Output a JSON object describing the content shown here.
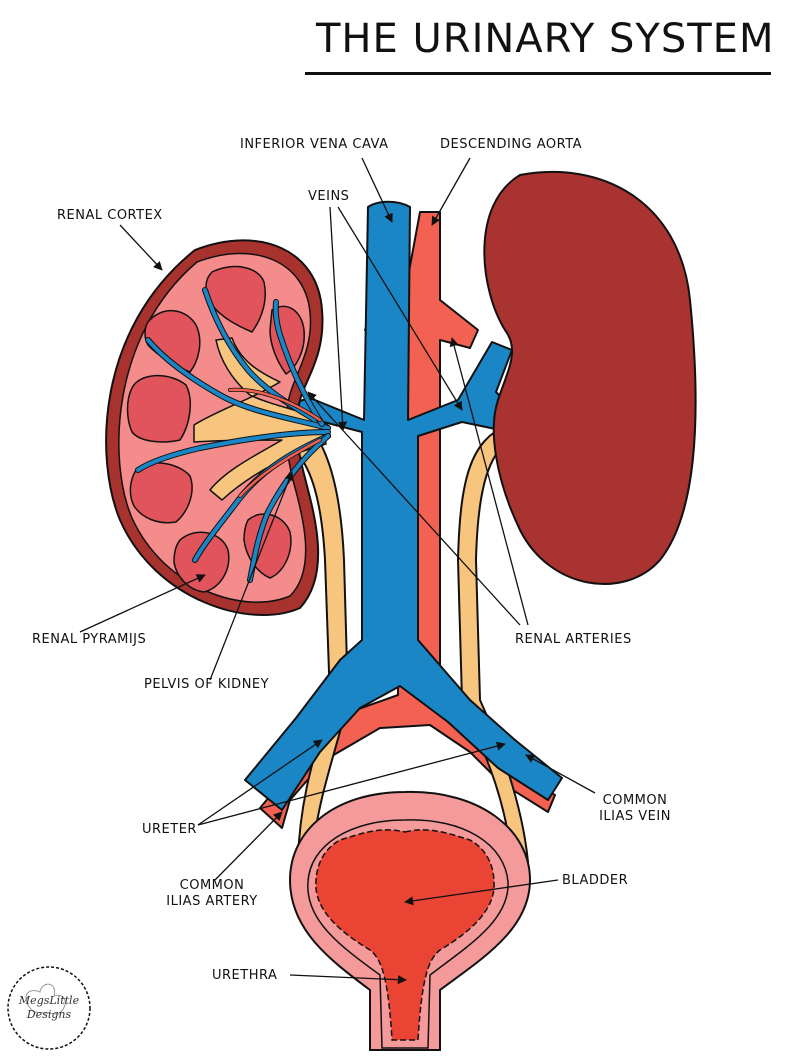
{
  "title": "THE URINARY SYSTEM",
  "labels": {
    "inferior_vena_cava": "INFERIOR VENA CAVA",
    "descending_aorta": "DESCENDING AORTA",
    "veins": "VEINS",
    "renal_cortex": "RENAL CORTEX",
    "renal_pyramids": "RENAL PYRAMIJS",
    "pelvis_of_kidney": "PELVIS OF KIDNEY",
    "renal_arteries": "RENAL ARTERIES",
    "common_ilias_vein": [
      "COMMON",
      "ILIAS VEIN"
    ],
    "ureter": "URETER",
    "common_ilias_artery": [
      "COMMON",
      "ILIAS ARTERY"
    ],
    "bladder": "BLADDER",
    "urethra": "URETHRA"
  },
  "logo": {
    "line1": "MegsLittle",
    "line2": "Designs"
  },
  "colors": {
    "vein_blue": "#1A86C6",
    "artery_red": "#F26152",
    "ureter_yellow": "#F8C57E",
    "kidney_pink": "#F58C8C",
    "pyramid_red": "#E1545C",
    "cortex_maroon": "#A8322E",
    "kidney_dark": "#A83330",
    "bladder_pink": "#F49A9A",
    "bladder_red": "#E94434",
    "outline": "#111111"
  }
}
